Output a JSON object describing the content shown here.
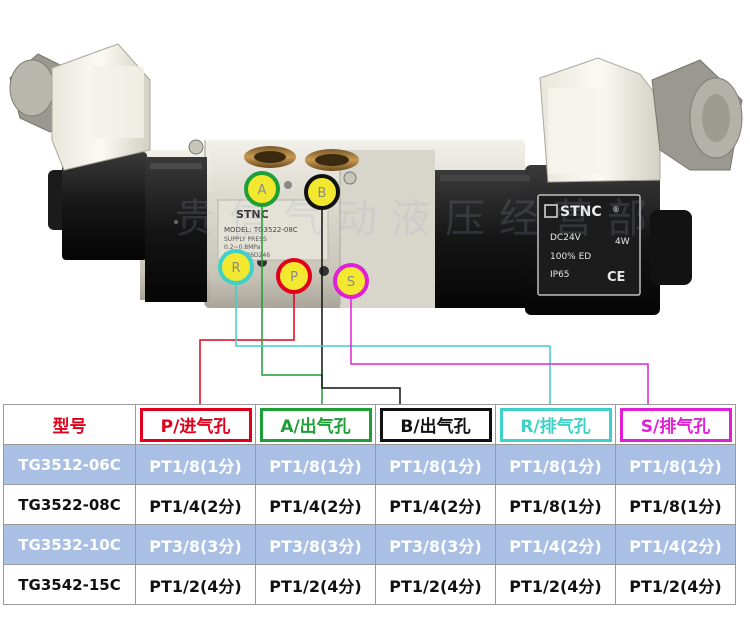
{
  "device": {
    "brand": "STNC",
    "brand_mark": "®",
    "model_plate": "MODEL: TG3522-08C",
    "plate_lines": [
      "SUPPLY PRESS",
      "0.2~0.8MPa",
      "NO.10E36D246"
    ],
    "coil_voltage": "DC24V",
    "coil_power": "4W",
    "duty": "100% ED",
    "protection": "IP65",
    "ce_mark": "CE"
  },
  "ports": [
    {
      "letter": "A",
      "color": "#1e9e36"
    },
    {
      "letter": "B",
      "color": "#111111"
    },
    {
      "letter": "R",
      "color": "#3fd1c7"
    },
    {
      "letter": "P",
      "color": "#e0001b"
    },
    {
      "letter": "S",
      "color": "#e020d6"
    }
  ],
  "watermark": "贵信气动液压经营部",
  "table": {
    "headers": [
      {
        "label": "型号",
        "color": "#e0001b",
        "boxed": false
      },
      {
        "label": "P/进气孔",
        "color": "#e0001b",
        "boxed": true
      },
      {
        "label": "A/出气孔",
        "color": "#1e9e36",
        "boxed": true
      },
      {
        "label": "B/出气孔",
        "color": "#111111",
        "boxed": true
      },
      {
        "label": "R/排气孔",
        "color": "#3fd1c7",
        "boxed": true
      },
      {
        "label": "S/排气孔",
        "color": "#e020d6",
        "boxed": true
      }
    ],
    "rows": [
      [
        "TG3512-06C",
        "PT1/8(1分)",
        "PT1/8(1分)",
        "PT1/8(1分)",
        "PT1/8(1分)",
        "PT1/8(1分)"
      ],
      [
        "TG3522-08C",
        "PT1/4(2分)",
        "PT1/4(2分)",
        "PT1/4(2分)",
        "PT1/8(1分)",
        "PT1/8(1分)"
      ],
      [
        "TG3532-10C",
        "PT3/8(3分)",
        "PT3/8(3分)",
        "PT3/8(3分)",
        "PT1/4(2分)",
        "PT1/4(2分)"
      ],
      [
        "TG3542-15C",
        "PT1/2(4分)",
        "PT1/2(4分)",
        "PT1/2(4分)",
        "PT1/2(4分)",
        "PT1/2(4分)"
      ]
    ]
  }
}
